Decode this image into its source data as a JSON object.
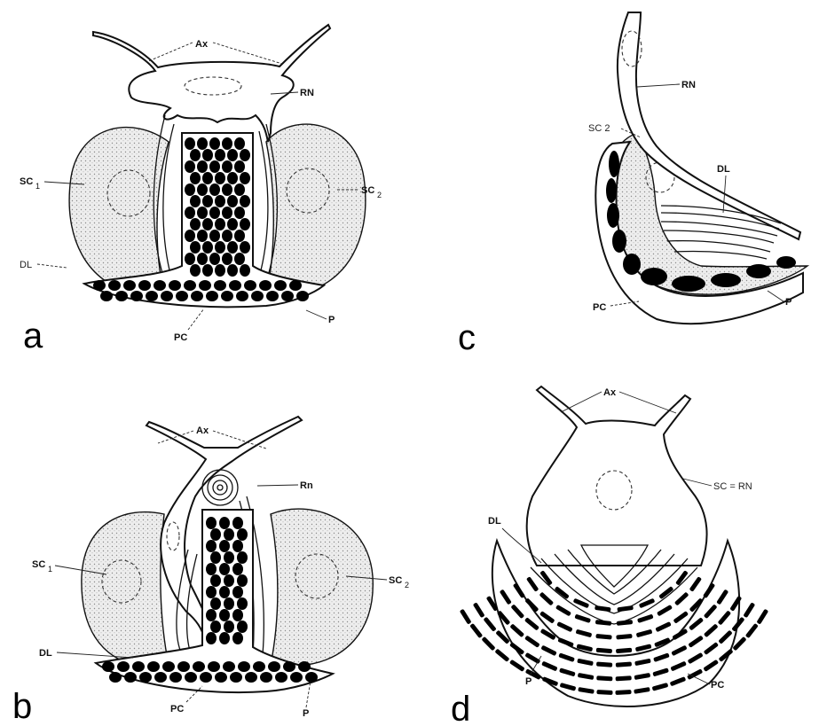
{
  "panels": {
    "a": {
      "letter": "a",
      "labels": {
        "ax": "Ax",
        "rn": "RN",
        "sc1": "SC",
        "sc1_sub": "1",
        "sc2": "SC",
        "sc2_sub": "2",
        "dl": "DL",
        "p": "P",
        "pc": "PC"
      }
    },
    "b": {
      "letter": "b",
      "labels": {
        "ax": "Ax",
        "rn": "Rn",
        "sc1": "SC",
        "sc1_sub": "1",
        "sc2": "SC",
        "sc2_sub": "2",
        "dl": "DL",
        "p": "P",
        "pc": "PC"
      }
    },
    "c": {
      "letter": "c",
      "labels": {
        "rn": "RN",
        "sc2": "SC 2",
        "dl": "DL",
        "p": "P",
        "pc": "PC"
      }
    },
    "d": {
      "letter": "d",
      "labels": {
        "ax": "Ax",
        "sc_rn": "SC = RN",
        "dl": "DL",
        "p": "P",
        "pc": "PC"
      }
    }
  }
}
